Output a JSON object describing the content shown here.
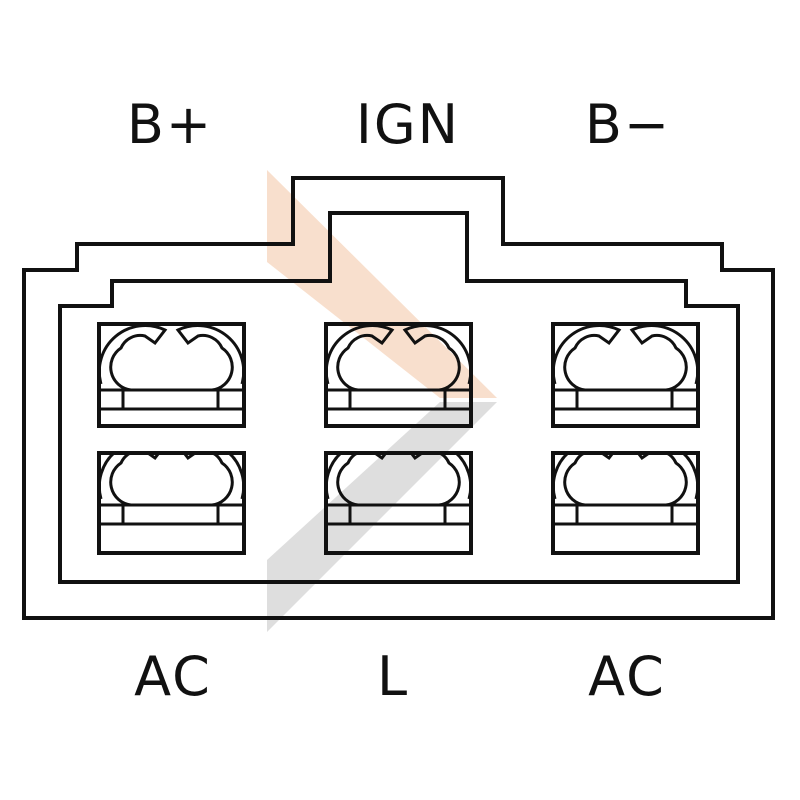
{
  "diagram": {
    "type": "connector-pinout",
    "top_labels": [
      "B+",
      "IGN",
      "B−"
    ],
    "bottom_labels": [
      "AC",
      "L",
      "AC"
    ],
    "watermark_colors": [
      "#f4c9ac",
      "#c8c8c8"
    ],
    "line_color": "#111111"
  }
}
